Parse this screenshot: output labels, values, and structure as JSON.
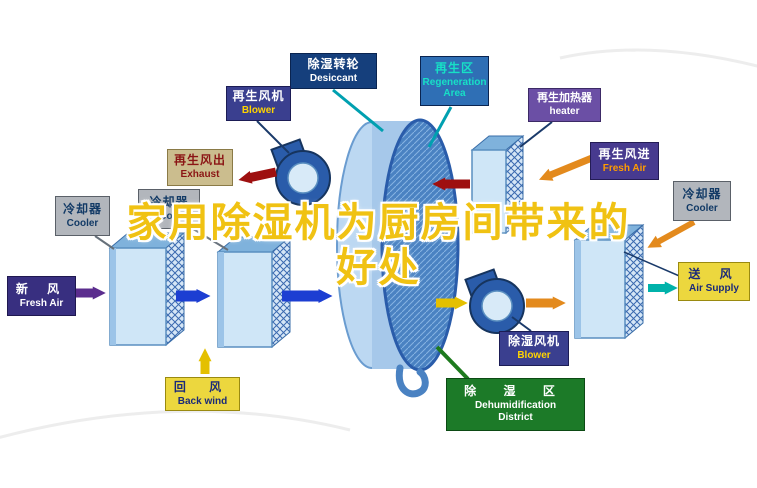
{
  "title": {
    "line1": "家用除湿机为厨房间带来的",
    "line2": "好处"
  },
  "diagram": {
    "labels": {
      "desiccant": {
        "zh": "除湿转轮",
        "en": "Desiccant"
      },
      "regeneration_area": {
        "zh": "再生区",
        "en": "Regeneration Area"
      },
      "regen_blower": {
        "zh": "再生风机",
        "en": "Blower"
      },
      "regen_heater": {
        "zh": "再生加热器",
        "en": "heater"
      },
      "exhaust": {
        "zh": "再生风出",
        "en": "Exhaust"
      },
      "regen_fresh_air": {
        "zh": "再生风进",
        "en": "Fresh Air"
      },
      "cooler_left": {
        "zh": "冷却器",
        "en": "Cooler"
      },
      "cooler_mid": {
        "zh": "冷却器",
        "en": "Cooler"
      },
      "cooler_right": {
        "zh": "冷却器",
        "en": "Cooler"
      },
      "fresh_air": {
        "zh": "新 风",
        "en": "Fresh Air"
      },
      "back_wind": {
        "zh": "回 风",
        "en": "Back wind"
      },
      "air_supply": {
        "zh": "送 风",
        "en": "Air Supply"
      },
      "dehumid_blower": {
        "zh": "除湿风机",
        "en": "Blower"
      },
      "dehumid_district": {
        "zh": "除 湿 区",
        "en1": "Dehumidification",
        "en2": "District"
      }
    }
  },
  "colors": {
    "title-yellow": "#f0c213",
    "arrow-blue": "#1c3ed2",
    "arrow-purple": "#5b2d8e",
    "arrow-yellow": "#e4c000",
    "arrow-orange": "#e38a1d",
    "arrow-darkred": "#9e1010",
    "arrow-teal": "#00b2aa",
    "line-teal": "#00a0b0",
    "line-navy": "#1a3a6a",
    "line-green": "#1e7a1e",
    "unit-front": "#cfe6f7",
    "unit-top": "#7fb2dc",
    "panel-dark": "#2a5caa",
    "lbl-darknavy": "#153f7c",
    "lbl-blue": "#2f6fb5",
    "lbl-teal-text": "#17e0c6",
    "lbl-indigo": "#3a3f8f",
    "lbl-purple": "#6b4fa5",
    "lbl-tan": "#cbbd8e",
    "lbl-darkred-text": "#8b1515",
    "lbl-violet": "#473a8f",
    "lbl-orange-text": "#ff9c00",
    "lbl-gray": "#b2b6bc",
    "lbl-navy-text": "#123a66",
    "lbl-deeppurple": "#382f80",
    "lbl-yellow": "#ecd73e",
    "lbl-yellow-text": "#ffd400",
    "lbl-green": "#1c7a28"
  }
}
